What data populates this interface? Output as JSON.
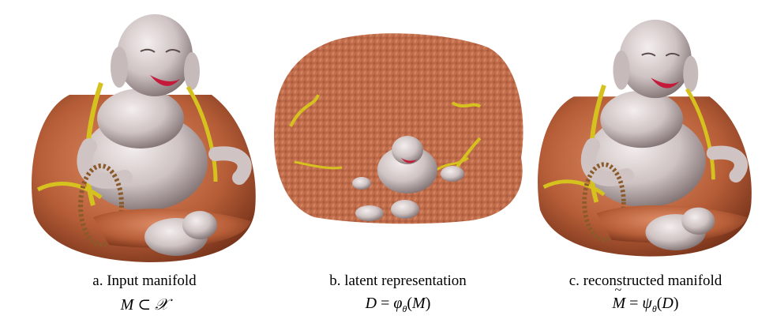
{
  "figure": {
    "panels": [
      {
        "id": "a",
        "caption": "a. Input manifold",
        "formula": "M ⊂ 𝒳",
        "image_alt": "3D rendering of seated laughing Buddha statue with copper robe and yellow trim"
      },
      {
        "id": "b",
        "caption": "b. latent representation",
        "formula": "D = φθ(M)",
        "image_alt": "flattened 2D parameterization of the Buddha mesh texture"
      },
      {
        "id": "c",
        "caption": "c. reconstructed manifold",
        "formula": "M̃ = ψθ(D)",
        "image_alt": "3D rendering of reconstructed seated Buddha statue"
      }
    ]
  },
  "colors": {
    "skin": "#d9cfcf",
    "robe": "#c0673f",
    "robe_dark": "#8a3f22",
    "trim": "#d6c21e",
    "mouth": "#c41b3a"
  }
}
